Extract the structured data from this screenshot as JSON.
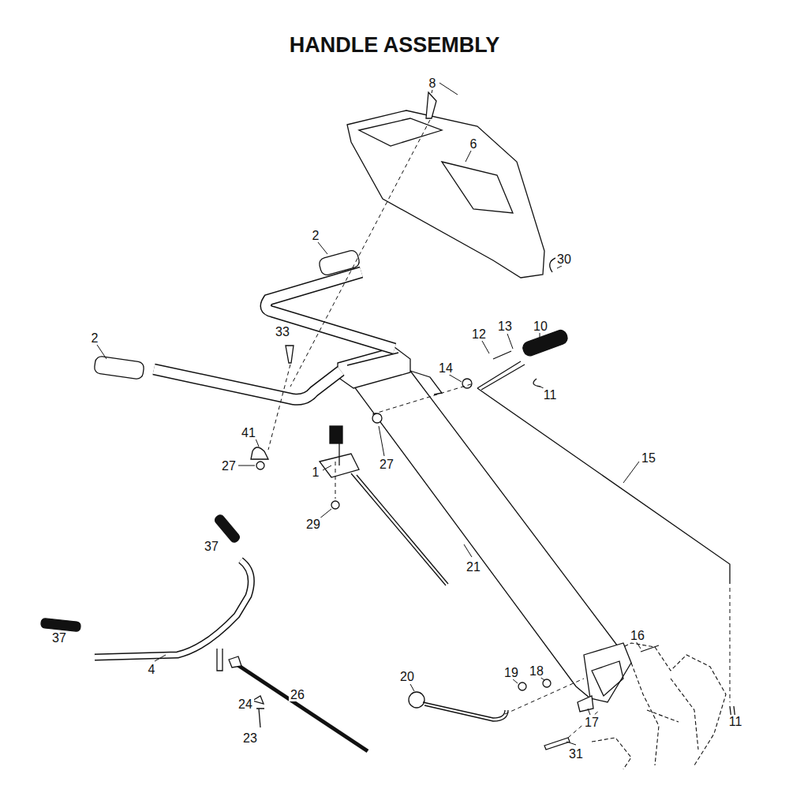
{
  "diagram": {
    "title": "HANDLE ASSEMBLY",
    "labels": [
      "8",
      "6",
      "2",
      "30",
      "2",
      "33",
      "12",
      "13",
      "10",
      "14",
      "11",
      "41",
      "27",
      "1",
      "27",
      "29",
      "15",
      "37",
      "21",
      "37",
      "4",
      "16",
      "20",
      "19",
      "18",
      "24",
      "26",
      "23",
      "17",
      "31",
      "11"
    ]
  }
}
